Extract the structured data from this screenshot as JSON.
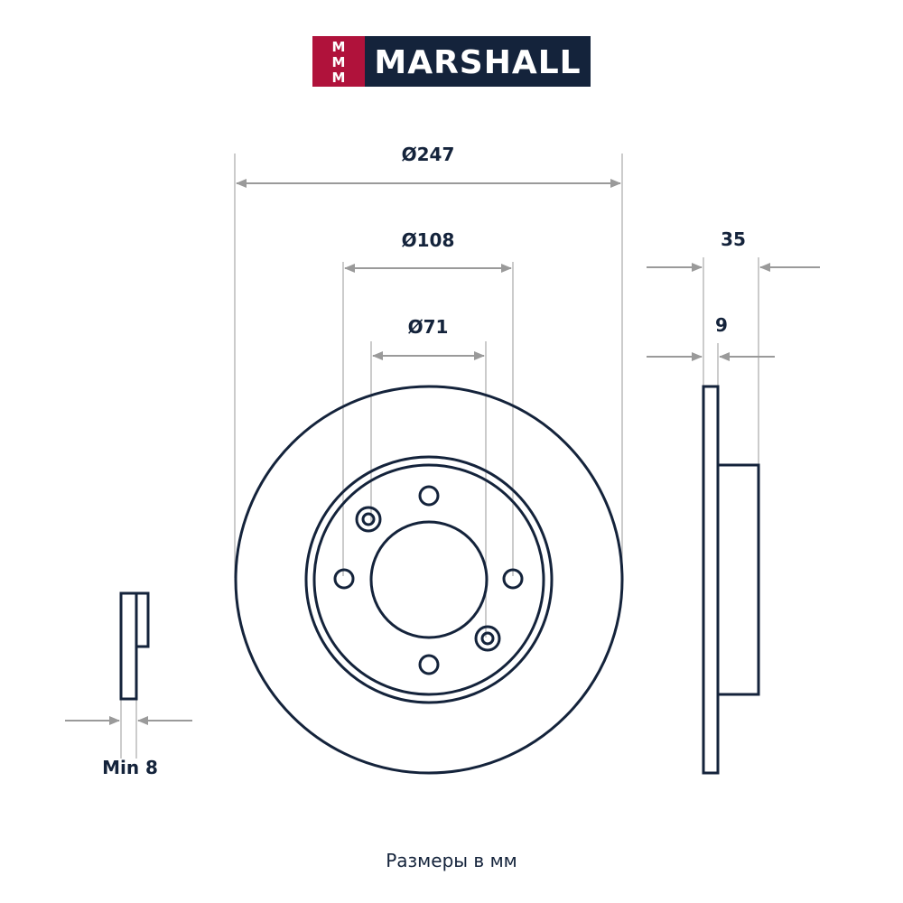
{
  "brand": {
    "name": "MARSHALL",
    "mark_letters": [
      "M",
      "M",
      "M"
    ],
    "colors": {
      "mark": "#b0123b",
      "name_bg": "#14233b",
      "text": "#ffffff"
    }
  },
  "dimensions": {
    "outer_diameter": "Ø247",
    "bolt_circle": "Ø108",
    "center_bore": "Ø71",
    "total_height": "35",
    "disc_thickness": "9",
    "min_thickness": "Min 8"
  },
  "caption": "Размеры в мм",
  "colors": {
    "line": "#14233b",
    "dimension": "#9a9a9a"
  }
}
